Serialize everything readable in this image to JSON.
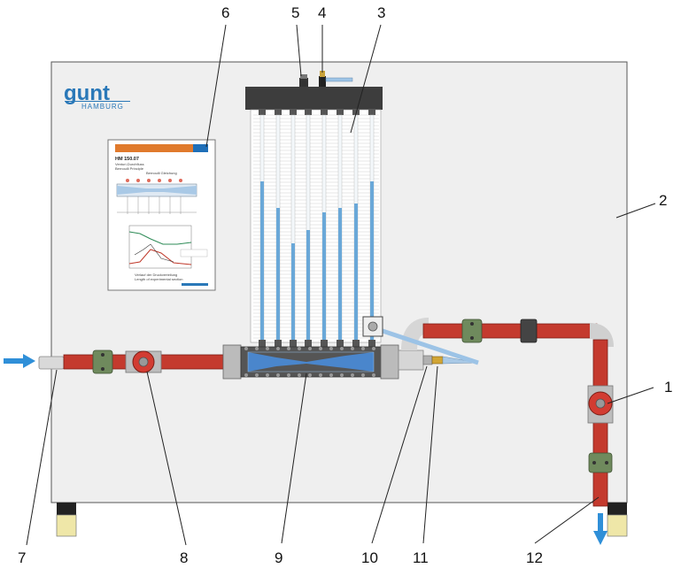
{
  "logo": {
    "brand": "gunt",
    "sub": "HAMBURG"
  },
  "document": {
    "title": "HM 150.07",
    "lines": [
      "Venturi-Durchfluss",
      "Bernoulli Principle"
    ],
    "heading": "Bernoulli Gleichung",
    "bottom_caption": [
      "Verlauf der Druckverteilung",
      "Length of experimental section"
    ]
  },
  "callouts": [
    {
      "label": "1"
    },
    {
      "label": "2"
    },
    {
      "label": "3"
    },
    {
      "label": "4"
    },
    {
      "label": "5"
    },
    {
      "label": "6"
    },
    {
      "label": "7"
    },
    {
      "label": "8"
    },
    {
      "label": "9"
    },
    {
      "label": "10"
    },
    {
      "label": "11"
    },
    {
      "label": "12"
    }
  ],
  "colors": {
    "panel": "#efefef",
    "pipe_red": "#c43a2e",
    "clamp_green": "#6f8a5d",
    "water_blue": "#6aa8d8",
    "arrow_blue": "#2f8fd8",
    "dark": "#3a3a3a",
    "logo_blue": "#2a78b8"
  },
  "icons": [
    "inflow-arrow-icon",
    "outflow-arrow-icon",
    "valve-handwheel-icon"
  ]
}
